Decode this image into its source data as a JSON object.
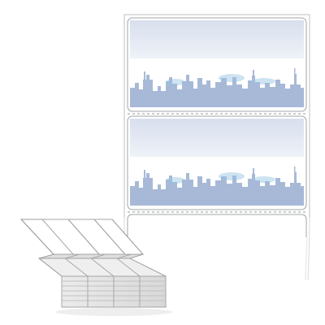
{
  "illustration": {
    "subject": "label-roll-product-illustration",
    "colors": {
      "background": "#ffffff",
      "liner_stroke": "#b8b8b8",
      "label_stroke": "#9ea2a7",
      "sky_top": "#d8dfed",
      "sky_bottom": "#eef2f8",
      "skyline": "#a7b8d8",
      "skyline_light": "#b9cbe2",
      "skyline_haze": "#9fc0e0",
      "stack_face": "#f2f2f2",
      "stack_side": "#d6d6d6",
      "stack_stroke": "#9d9d9d"
    },
    "label_count_visible": 2,
    "partial_label_count": 1,
    "fanfold_columns": 4
  }
}
